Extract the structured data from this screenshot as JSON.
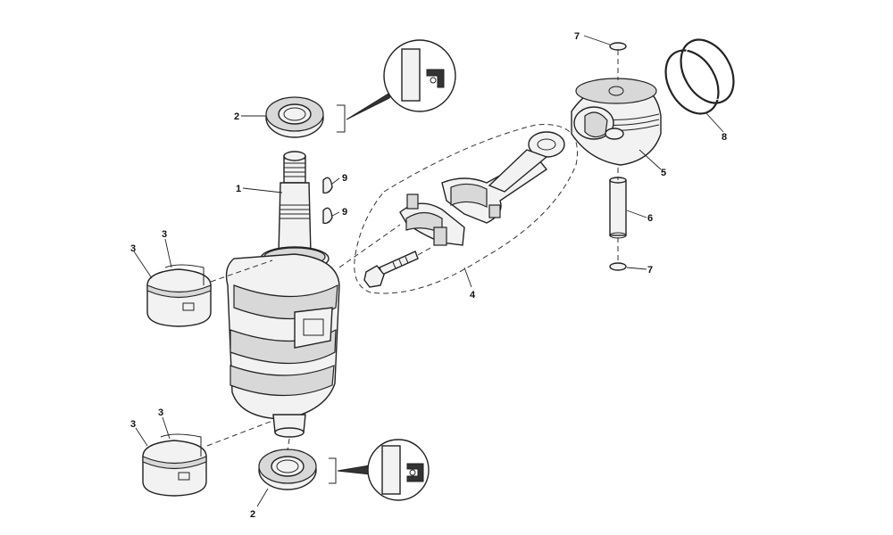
{
  "diagram": {
    "callouts": [
      {
        "id": "c1",
        "text": "1"
      },
      {
        "id": "c2a",
        "text": "2"
      },
      {
        "id": "c2b",
        "text": "2"
      },
      {
        "id": "c3a",
        "text": "3"
      },
      {
        "id": "c3b",
        "text": "3"
      },
      {
        "id": "c3c",
        "text": "3"
      },
      {
        "id": "c3d",
        "text": "3"
      },
      {
        "id": "c4",
        "text": "4"
      },
      {
        "id": "c5",
        "text": "5"
      },
      {
        "id": "c6",
        "text": "6"
      },
      {
        "id": "c7a",
        "text": "7"
      },
      {
        "id": "c7b",
        "text": "7"
      },
      {
        "id": "c8",
        "text": "8"
      },
      {
        "id": "c9a",
        "text": "9"
      },
      {
        "id": "c9b",
        "text": "9"
      }
    ]
  }
}
